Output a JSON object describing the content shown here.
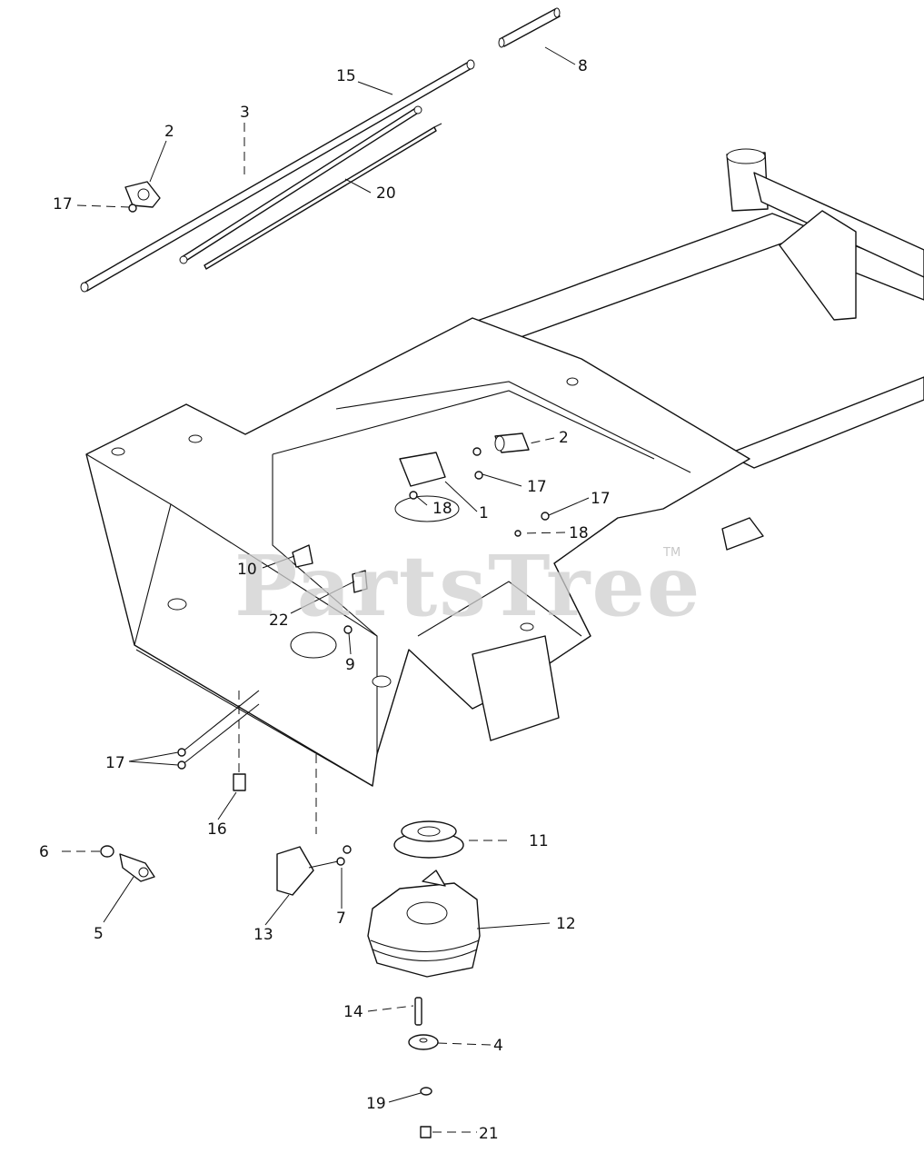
{
  "watermark": {
    "text": "PartsTree",
    "trademark": "TM"
  },
  "callouts": [
    {
      "id": "c15a",
      "text": "15"
    },
    {
      "id": "c3",
      "text": "3"
    },
    {
      "id": "c2a",
      "text": "2"
    },
    {
      "id": "c17a",
      "text": "17"
    },
    {
      "id": "c20",
      "text": "20"
    },
    {
      "id": "c8",
      "text": "8"
    },
    {
      "id": "c2b",
      "text": "2"
    },
    {
      "id": "c17b",
      "text": "17"
    },
    {
      "id": "c18a",
      "text": "18"
    },
    {
      "id": "c1",
      "text": "1"
    },
    {
      "id": "c17c",
      "text": "17"
    },
    {
      "id": "c18b",
      "text": "18"
    },
    {
      "id": "c10",
      "text": "10"
    },
    {
      "id": "c22",
      "text": "22"
    },
    {
      "id": "c9",
      "text": "9"
    },
    {
      "id": "c17d",
      "text": "17"
    },
    {
      "id": "c16",
      "text": "16"
    },
    {
      "id": "c6",
      "text": "6"
    },
    {
      "id": "c5",
      "text": "5"
    },
    {
      "id": "c13",
      "text": "13"
    },
    {
      "id": "c7",
      "text": "7"
    },
    {
      "id": "c11",
      "text": "11"
    },
    {
      "id": "c12",
      "text": "12"
    },
    {
      "id": "c14",
      "text": "14"
    },
    {
      "id": "c4",
      "text": "4"
    },
    {
      "id": "c19",
      "text": "19"
    },
    {
      "id": "c21",
      "text": "21"
    }
  ]
}
